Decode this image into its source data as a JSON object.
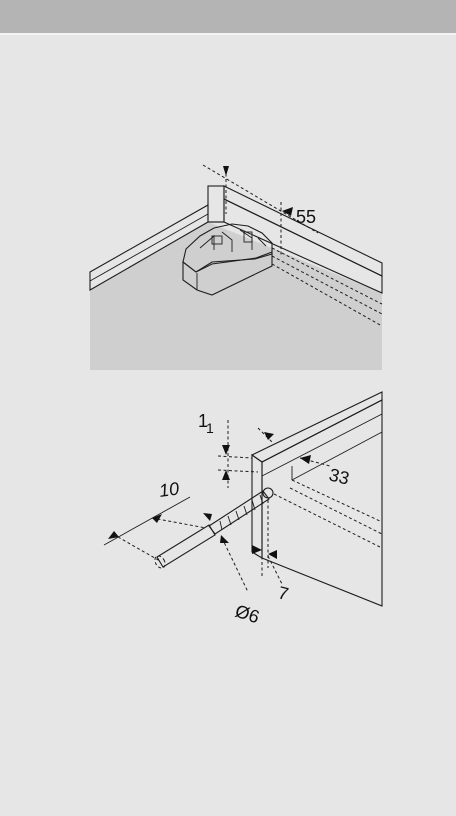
{
  "colors": {
    "background": "#e6e6e6",
    "header_band": "#b4b4b4",
    "panel_face": "#cbcbcb",
    "clip_body": "#6a6a6a"
  },
  "figure_top": {
    "dim_55": "55"
  },
  "figure_bottom": {
    "dim_11_main": "1",
    "dim_11_sub": "1",
    "dim_10": "10",
    "dim_33": "33",
    "dim_7": "7",
    "dim_diameter": "Ø6"
  }
}
